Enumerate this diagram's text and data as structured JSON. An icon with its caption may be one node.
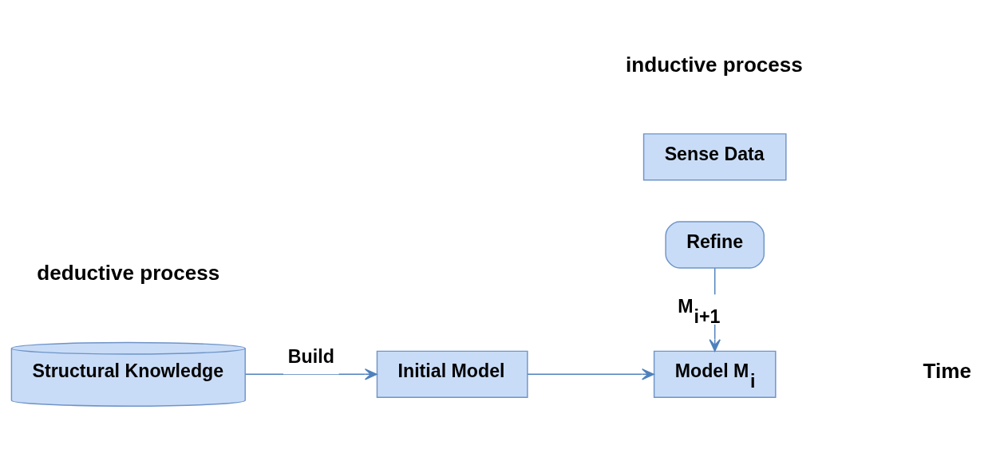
{
  "diagram": {
    "nodes": [
      {
        "text": [
          "Sense Data"
        ]
      },
      {
        "text": [
          "Refine"
        ]
      },
      {
        "text": [
          "Structural Knowledge"
        ]
      },
      {
        "text": [
          "Initial Model"
        ]
      },
      {
        "text": [
          "Model M$_{i}$"
        ]
      }
    ],
    "edges": [
      {
        "from": 2,
        "to": 3,
        "arrow": "to",
        "label": "Build"
      },
      {
        "from": 3,
        "to": 4,
        "arrow": "to"
      },
      {
        "from": 1,
        "to": 4,
        "arrow": "to",
        "label": "M$_{i+1}$"
      }
    ],
    "labels": [
      "Time",
      "deductive process",
      "inductive process"
    ]
  }
}
